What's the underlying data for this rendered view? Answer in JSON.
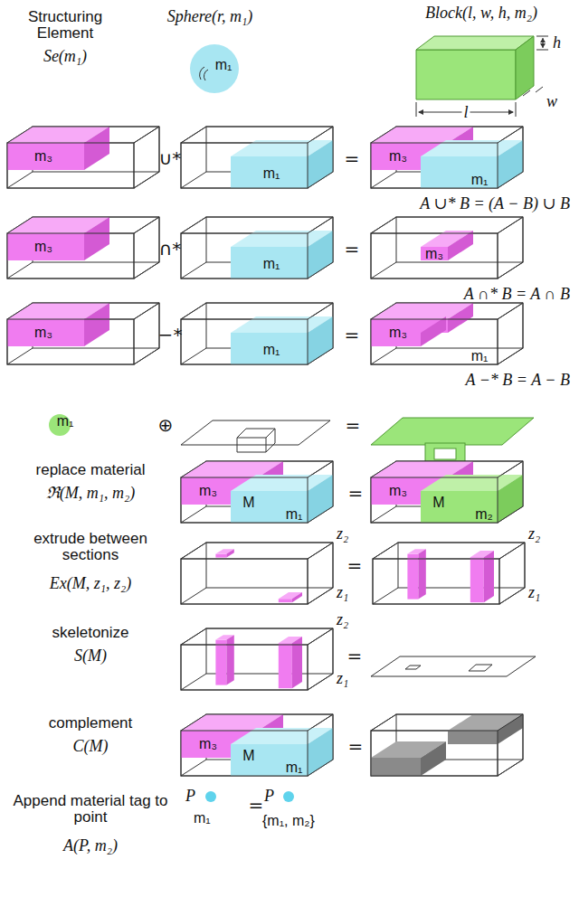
{
  "diagram": {
    "labels": [
      "Structuring Element",
      "Se(m₁)",
      "Sphere(r, m₁)",
      "m₁",
      "Block(l, w, h, m₂)",
      "h",
      "w",
      "l",
      "m₃",
      "∪*",
      "m₁",
      "=",
      "m₃",
      "m₁",
      "A ∪* B = (A − B) ∪ B",
      "m₃",
      "∩*",
      "m₁",
      "=",
      "m₃",
      "A ∩* B = A ∩ B",
      "m₃",
      "−*",
      "m₁",
      "=",
      "m₃",
      "m₁",
      "A −* B = A − B",
      "m₁",
      "⊕",
      "=",
      "replace material",
      "ℜ(M, m₁, m₂)",
      "m₃",
      "M",
      "m₁",
      "=",
      "m₃",
      "M",
      "m₂",
      "extrude between sections",
      "Ex(M, z₁, z₂)",
      "z₂",
      "z₁",
      "=",
      "z₂",
      "z₁",
      "skeletonize",
      "S(M)",
      "z₂",
      "z₁",
      "=",
      "complement",
      "C(M)",
      "m₃",
      "M",
      "m₁",
      "=",
      "Append material tag to point",
      "A(P, m₂)",
      "P",
      "m₁",
      "=",
      "P",
      "{m₁, m₂}"
    ]
  }
}
